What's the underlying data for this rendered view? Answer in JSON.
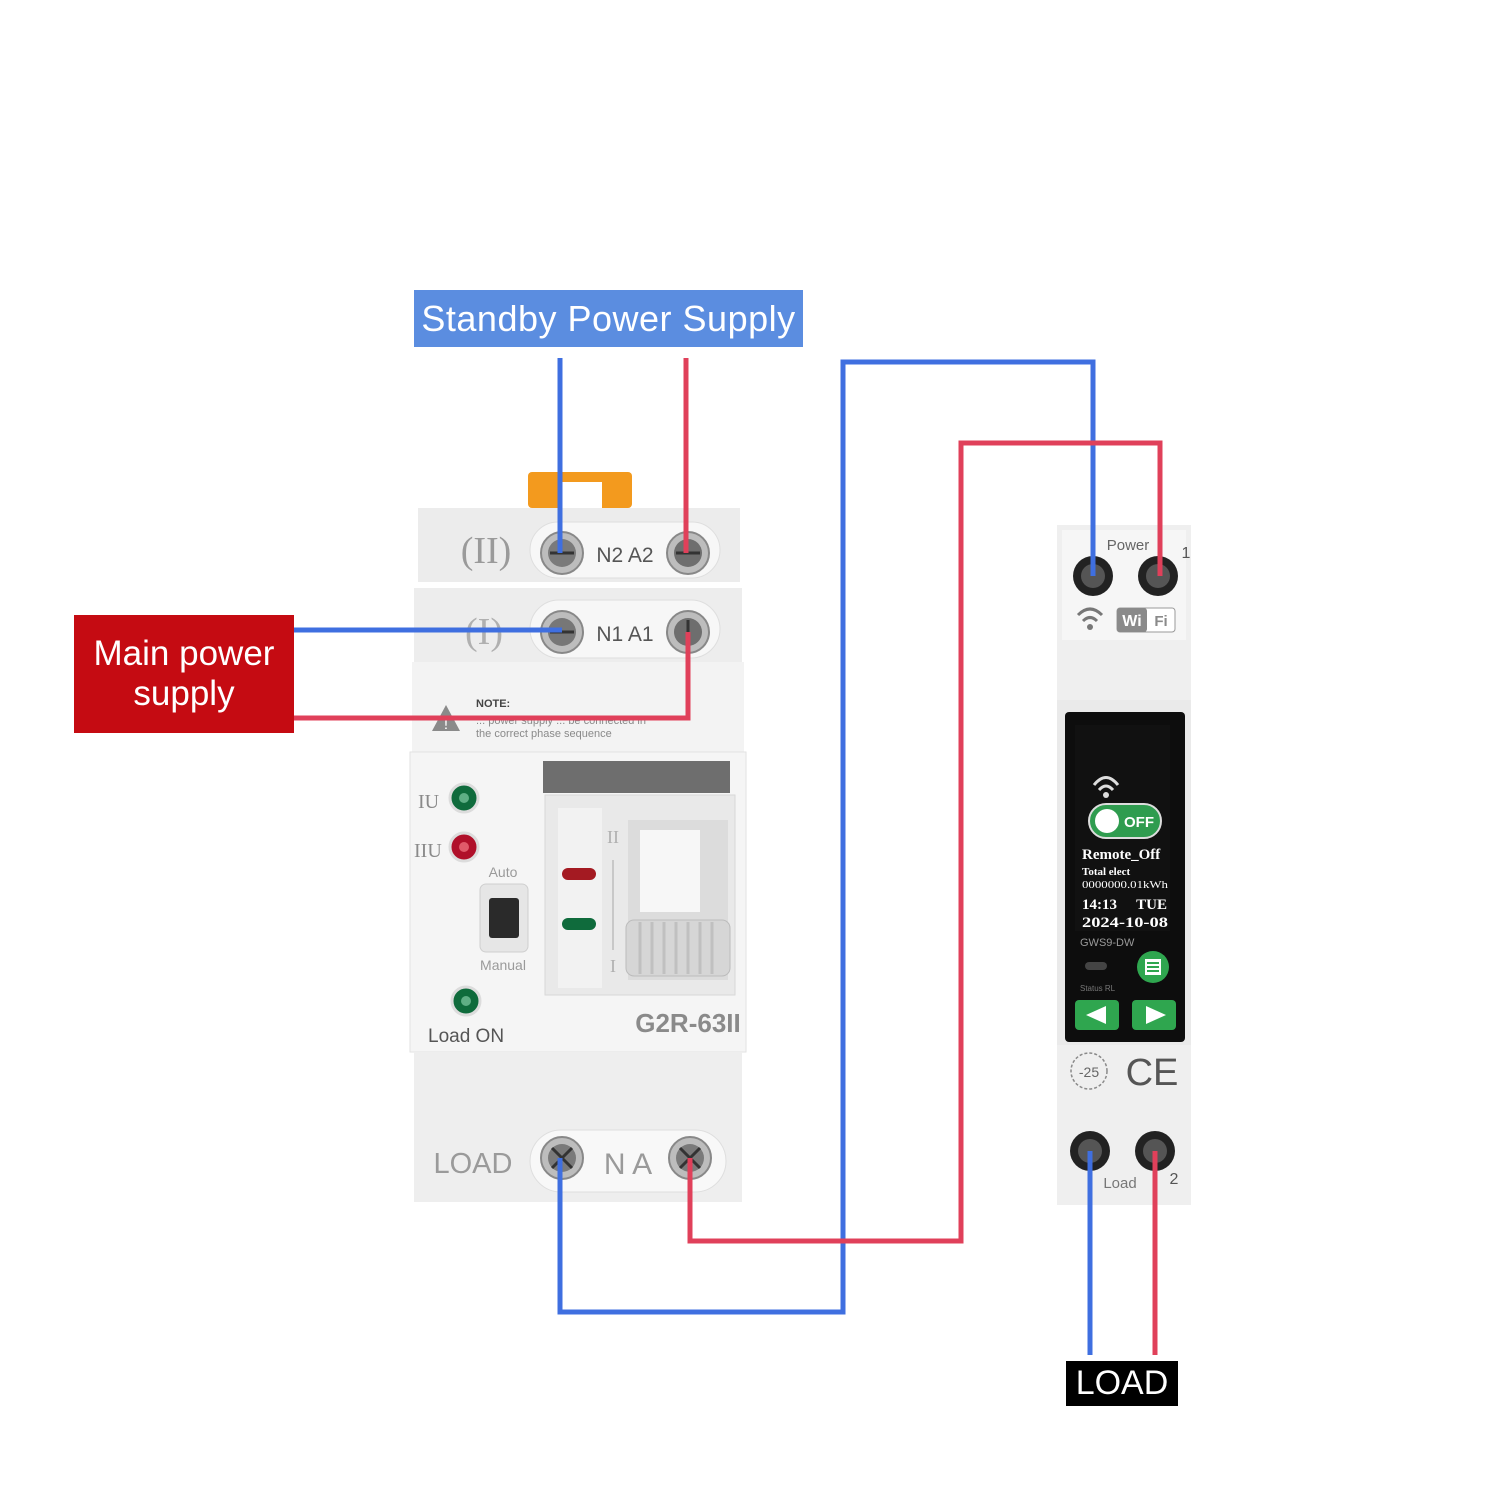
{
  "labels": {
    "standby": "Standby Power Supply",
    "main_line1": "Main power",
    "main_line2": "supply",
    "load_output": "LOAD"
  },
  "ats": {
    "row2_roman": "(II)",
    "row2_terminals": "N2 A2",
    "row1_roman": "(I)",
    "row1_terminals": "N1 A1",
    "note_title": "NOTE:",
    "note_line1": "... power supply ... be connected in",
    "note_line2": "the correct phase sequence",
    "ind1": "IU",
    "ind2": "IIU",
    "auto": "Auto",
    "manual": "Manual",
    "load_on": "Load ON",
    "model": "G2R-63II",
    "pos2": "II",
    "pos1": "I",
    "bottom_label": "LOAD",
    "bottom_terminals": "N A"
  },
  "meter": {
    "power": "Power",
    "term1": "1",
    "wifi_w": "Wi",
    "wifi_f": "Fi",
    "off": "OFF",
    "status": "Remote_Off",
    "total_label": "Total elect",
    "total_value": "0000000.01kWh",
    "time": "14:13",
    "day": "TUE",
    "date": "2024-10-08",
    "model": "GWS9-DW",
    "status_small": "Status RL",
    "temp": "-25",
    "ce": "CE",
    "load": "Load",
    "term2": "2"
  },
  "colors": {
    "neutral_wire": "#3f6fe0",
    "live_wire": "#e0405a",
    "standby_box": "#5b8de0",
    "main_box": "#c50b12",
    "indicator_green": "#0f6b3c",
    "indicator_red": "#b0102a"
  }
}
